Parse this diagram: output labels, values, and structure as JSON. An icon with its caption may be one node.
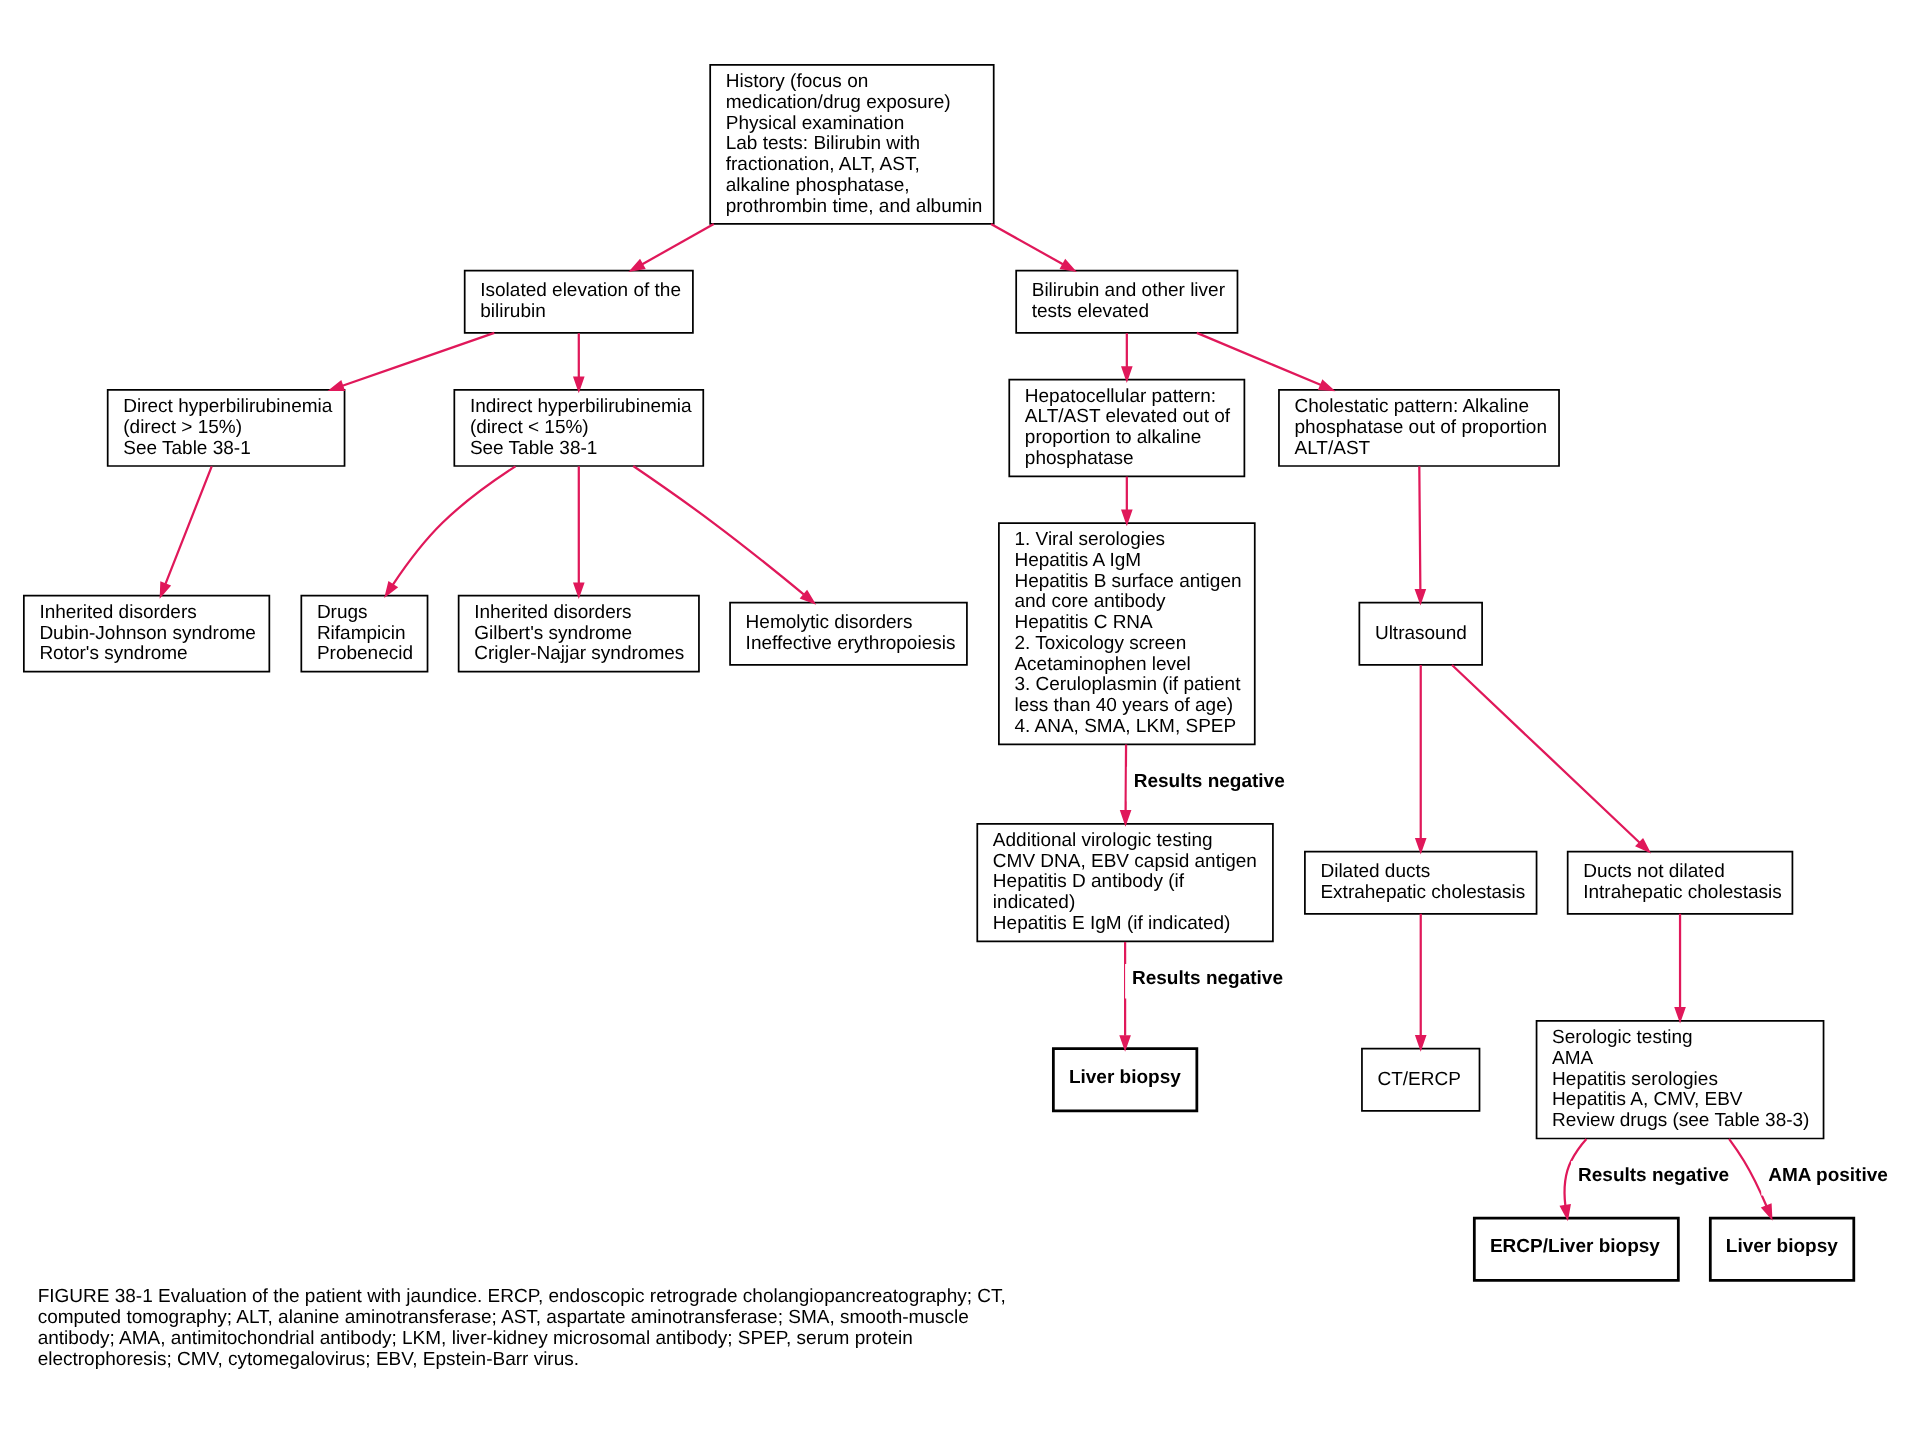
{
  "diagram": {
    "caption": "FIGURE 38-1 Evaluation of the patient with jaundice. ERCP, endoscopic retrograde cholangiopancreatography; CT, computed tomography; ALT, alanine aminotransferase; AST, aspartate aminotransferase; SMA, smooth-muscle antibody; AMA, antimitochondrial antibody; LKM, liver-kidney microsomal antibody; SPEP, serum protein electrophoresis; CMV, cytomegalovirus; EBV, Epstein-Barr virus.",
    "nodes": [
      {
        "text": [
          "History (focus on medication/drug exposure)",
          "Physical examination",
          "Lab tests: Bilirubin with fractionation, ALT, AST, alkaline phosphatase, prothrombin time, and albumin"
        ]
      },
      {
        "text": [
          "Isolated elevation of the bilirubin"
        ]
      },
      {
        "text": [
          "Bilirubin and other liver tests elevated"
        ]
      },
      {
        "text": [
          "Direct hyperbilirubinemia (direct > 15%)",
          "See Table 38-1"
        ]
      },
      {
        "text": [
          "Inherited disorders",
          "Dubin-Johnson syndrome",
          "Rotor's syndrome"
        ]
      },
      {
        "text": [
          "Indirect hyperbilirubinemia (direct < 15%)",
          "See Table 38-1"
        ]
      },
      {
        "text": [
          "Drugs",
          "Rifampicin",
          "Probenecid"
        ]
      },
      {
        "text": [
          "Inherited disorders",
          "Gilbert's syndrome",
          "Crigler-Najjar syndromes"
        ]
      },
      {
        "text": [
          "Hemolytic disorders",
          "Ineffective erythropoiesis"
        ]
      },
      {
        "text": [
          "Hepatocellular pattern: ALT/AST elevated out of proportion to alkaline phosphatase"
        ]
      },
      {
        "text": [
          "Cholestatic pattern: Alkaline phosphatase out of proportion ALT/AST"
        ]
      },
      {
        "text": [
          "1. Viral serologies",
          "Hepatitis A IgM",
          "Hepatitis B surface antigen and core antibody",
          "Hepatitis C RNA",
          "2. Toxicology screen",
          "Acetaminophen level",
          "3. Ceruloplasmin (if patient less than 40 years of age)",
          "4. ANA, SMA, LKM, SPEP"
        ]
      },
      {
        "text": [
          "Ultrasound"
        ]
      },
      {
        "text": [
          "Dilated ducts",
          "Extrahepatic cholestasis"
        ]
      },
      {
        "text": [
          "CT/ERCP"
        ]
      },
      {
        "text": [
          "Ducts not dilated",
          "Intrahepatic cholestasis"
        ]
      },
      {
        "text": [
          "Additional virologic testing",
          "CMV DNA, EBV capsid antigen",
          "Hepatitis D antibody (if indicated)",
          "Hepatitis E IgM (if indicated)"
        ]
      },
      {
        "text": [
          "Serologic testing",
          "AMA",
          "Hepatitis serologies",
          "Hepatitis A, CMV, EBV",
          "Review drugs (see Table 38-3)"
        ]
      },
      {
        "text": [
          "Liver biopsy"
        ]
      },
      {
        "text": [
          "ERCP/Liver biopsy"
        ]
      },
      {
        "text": [
          "Liver biopsy"
        ]
      }
    ],
    "edges": [
      {
        "from": 0,
        "to": 1,
        "arrow": "to"
      },
      {
        "from": 0,
        "to": 2,
        "arrow": "to"
      },
      {
        "from": 1,
        "to": 3,
        "arrow": "to"
      },
      {
        "from": 1,
        "to": 5,
        "arrow": "to"
      },
      {
        "from": 3,
        "to": 4,
        "arrow": "to"
      },
      {
        "from": 2,
        "to": 9,
        "arrow": "to"
      },
      {
        "from": 2,
        "to": 10,
        "arrow": "to"
      },
      {
        "from": 9,
        "to": 11,
        "arrow": "to"
      },
      {
        "from": 10,
        "to": 12,
        "arrow": "to"
      },
      {
        "from": 12,
        "to": 13,
        "arrow": "to"
      },
      {
        "from": 12,
        "to": 15,
        "arrow": "to"
      },
      {
        "from": 13,
        "to": 14,
        "arrow": "to"
      },
      {
        "from": 5,
        "to": 6,
        "arrow": "to"
      },
      {
        "from": 5,
        "to": 7,
        "arrow": "to"
      },
      {
        "from": 5,
        "to": 8,
        "arrow": "to"
      },
      {
        "from": 11,
        "to": 16,
        "arrow": "to",
        "label": "Results negative"
      },
      {
        "from": 16,
        "to": 18,
        "arrow": "to",
        "label": "Results negative"
      },
      {
        "from": 15,
        "to": 17,
        "arrow": "to"
      },
      {
        "from": 17,
        "to": 19,
        "arrow": "to",
        "label": "Results negative"
      },
      {
        "from": 17,
        "to": 20,
        "arrow": "to",
        "label": "AMA positive"
      }
    ]
  }
}
